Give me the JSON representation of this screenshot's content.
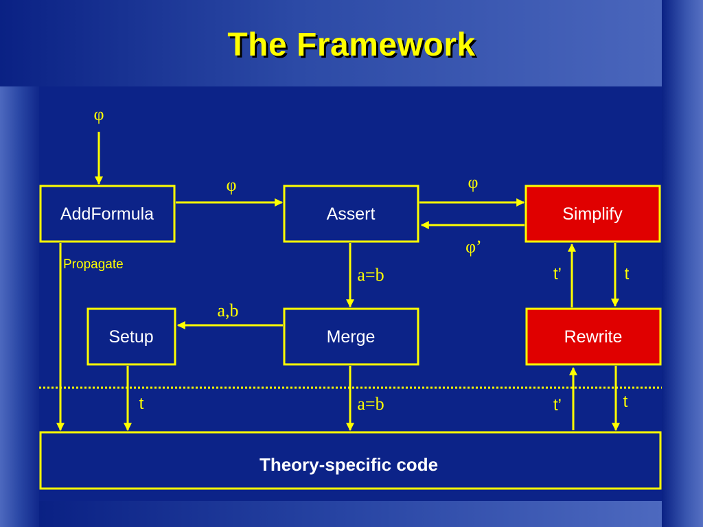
{
  "slide": {
    "title": "The Framework"
  },
  "colors": {
    "background": "#0c2388",
    "accent": "#ffff00",
    "box_fill_default": "#0c2388",
    "box_fill_highlight": "#e00000",
    "text": "#ffffff"
  },
  "nodes": {
    "add_formula": "AddFormula",
    "assert": "Assert",
    "simplify": "Simplify",
    "setup": "Setup",
    "merge": "Merge",
    "rewrite": "Rewrite",
    "theory": "Theory-specific code"
  },
  "labels": {
    "phi_input": "φ",
    "phi_add_to_assert": "φ",
    "phi_assert_to_simplify": "φ",
    "phi_prime": "φ’",
    "propagate": "Propagate",
    "a_eq_b_assert_merge": "a=b",
    "a_b_merge_setup": "a,b",
    "t_prime_upper": "t’",
    "t_upper": "t",
    "t_setup": "t",
    "a_eq_b_merge_theory": "a=b",
    "t_prime_lower": "t’",
    "t_lower": "t"
  }
}
